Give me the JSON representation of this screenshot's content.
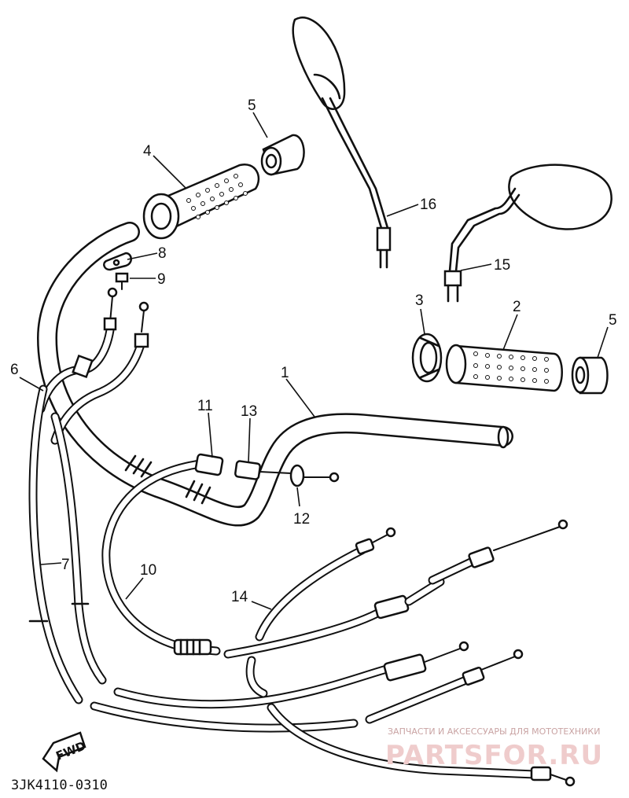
{
  "diagram_code": "3JK4110-0310",
  "direction_arrow": "FWD",
  "watermark": {
    "tagline": "ЗАПЧАСТИ И АКСЕССУАРЫ ДЛЯ МОТОТЕХНИКИ",
    "brand": "PARTSFOR.RU"
  },
  "callouts": [
    "1",
    "2",
    "3",
    "4",
    "5",
    "5",
    "6",
    "7",
    "8",
    "9",
    "10",
    "11",
    "12",
    "13",
    "14",
    "15",
    "16"
  ],
  "colors": {
    "line": "#111111",
    "background": "#ffffff",
    "watermark": "#e8b8b8"
  }
}
